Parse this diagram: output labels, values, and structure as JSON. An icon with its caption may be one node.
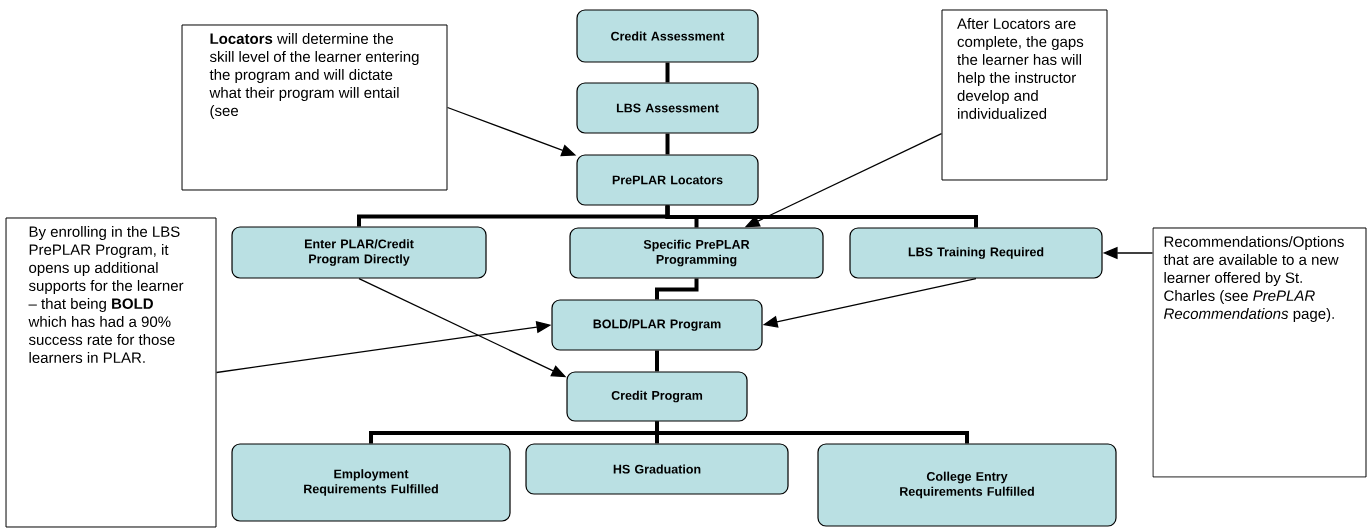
{
  "diagram": {
    "nodes": [
      {
        "text": [
          "**Locators** will determine the skill level of the learner entering the program and will dictate what their program will entail (see"
        ]
      },
      {
        "text": [
          "Credit Assessment"
        ]
      },
      {
        "text": [
          "LBS Assessment"
        ]
      },
      {
        "text": [
          "PrePLAR Locators"
        ]
      },
      {
        "text": [
          "After Locators are complete, the gaps the learner has will help the instructor develop and individualized"
        ]
      },
      {
        "text": [
          "By enrolling in the LBS PrePLAR Program, it opens up additional supports for the learner – that being **BOLD** which has had a 90% success rate for those learners in PLAR."
        ]
      },
      {
        "text": [
          "Enter PLAR/Credit Program Directly"
        ]
      },
      {
        "text": [
          "Specific PrePLAR Programming"
        ]
      },
      {
        "text": [
          "LBS Training Required"
        ]
      },
      {
        "text": [
          "Recommendations/Options that are available to a new learner offered by St. Charles (see *PrePLAR Recommendations* page)."
        ]
      },
      {
        "text": [
          "BOLD/PLAR Program"
        ]
      },
      {
        "text": [
          "Credit Program"
        ]
      },
      {
        "text": [
          "Employment Requirements Fulfilled"
        ]
      },
      {
        "text": [
          "HS Graduation"
        ]
      },
      {
        "text": [
          "College Entry Requirements Fulfilled"
        ]
      }
    ],
    "edges": [
      {
        "from": 1,
        "to": 2,
        "arrow": "none"
      },
      {
        "from": 2,
        "to": 3,
        "arrow": "none"
      },
      {
        "from": 3,
        "to": 6,
        "arrow": "none"
      },
      {
        "from": 3,
        "to": 7,
        "arrow": "none"
      },
      {
        "from": 3,
        "to": 8,
        "arrow": "none"
      },
      {
        "from": 7,
        "to": 10,
        "arrow": "none"
      },
      {
        "from": 10,
        "to": 11,
        "arrow": "none"
      },
      {
        "from": 11,
        "to": 12,
        "arrow": "none"
      },
      {
        "from": 11,
        "to": 13,
        "arrow": "none"
      },
      {
        "from": 11,
        "to": 14,
        "arrow": "none"
      },
      {
        "from": 0,
        "to": 3,
        "arrow": "to"
      },
      {
        "from": 4,
        "to": 7,
        "arrow": "to"
      },
      {
        "from": 5,
        "to": 10,
        "arrow": "to"
      },
      {
        "from": 6,
        "to": 11,
        "arrow": "to"
      },
      {
        "from": 8,
        "to": 10,
        "arrow": "to"
      },
      {
        "from": 9,
        "to": 8,
        "arrow": "to"
      }
    ]
  }
}
